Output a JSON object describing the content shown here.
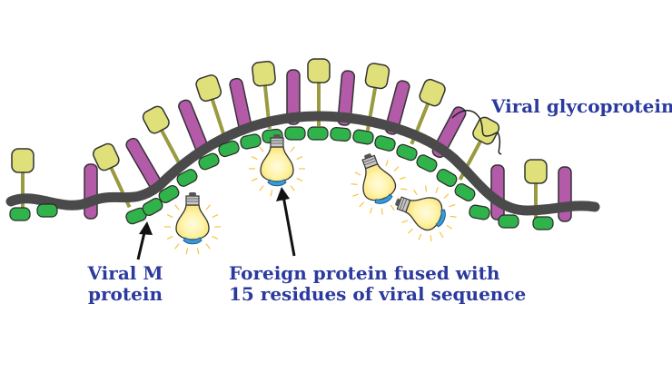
{
  "labels": {
    "glycoproteins": "Viral glycoproteins",
    "m_protein_line1": "Viral M",
    "m_protein_line2": "protein",
    "foreign_line1": "Foreign protein fused with",
    "foreign_line2": "15 residues of viral sequence"
  },
  "colors": {
    "text": "#2b3a9e",
    "membrane": "#4a4a4a",
    "glycoprotein_yellow": "#dfe07a",
    "glycoprotein_magenta": "#b35aa8",
    "m_protein_green": "#2fb34a",
    "bulb_glass": "#fff6b8",
    "bulb_glow": "#f5c542",
    "bulb_base": "#c8c8c8",
    "bulb_cap": "#3a9ad9"
  },
  "icons": {
    "lightbulb": "lightbulb-icon",
    "arrow": "arrow-icon"
  }
}
